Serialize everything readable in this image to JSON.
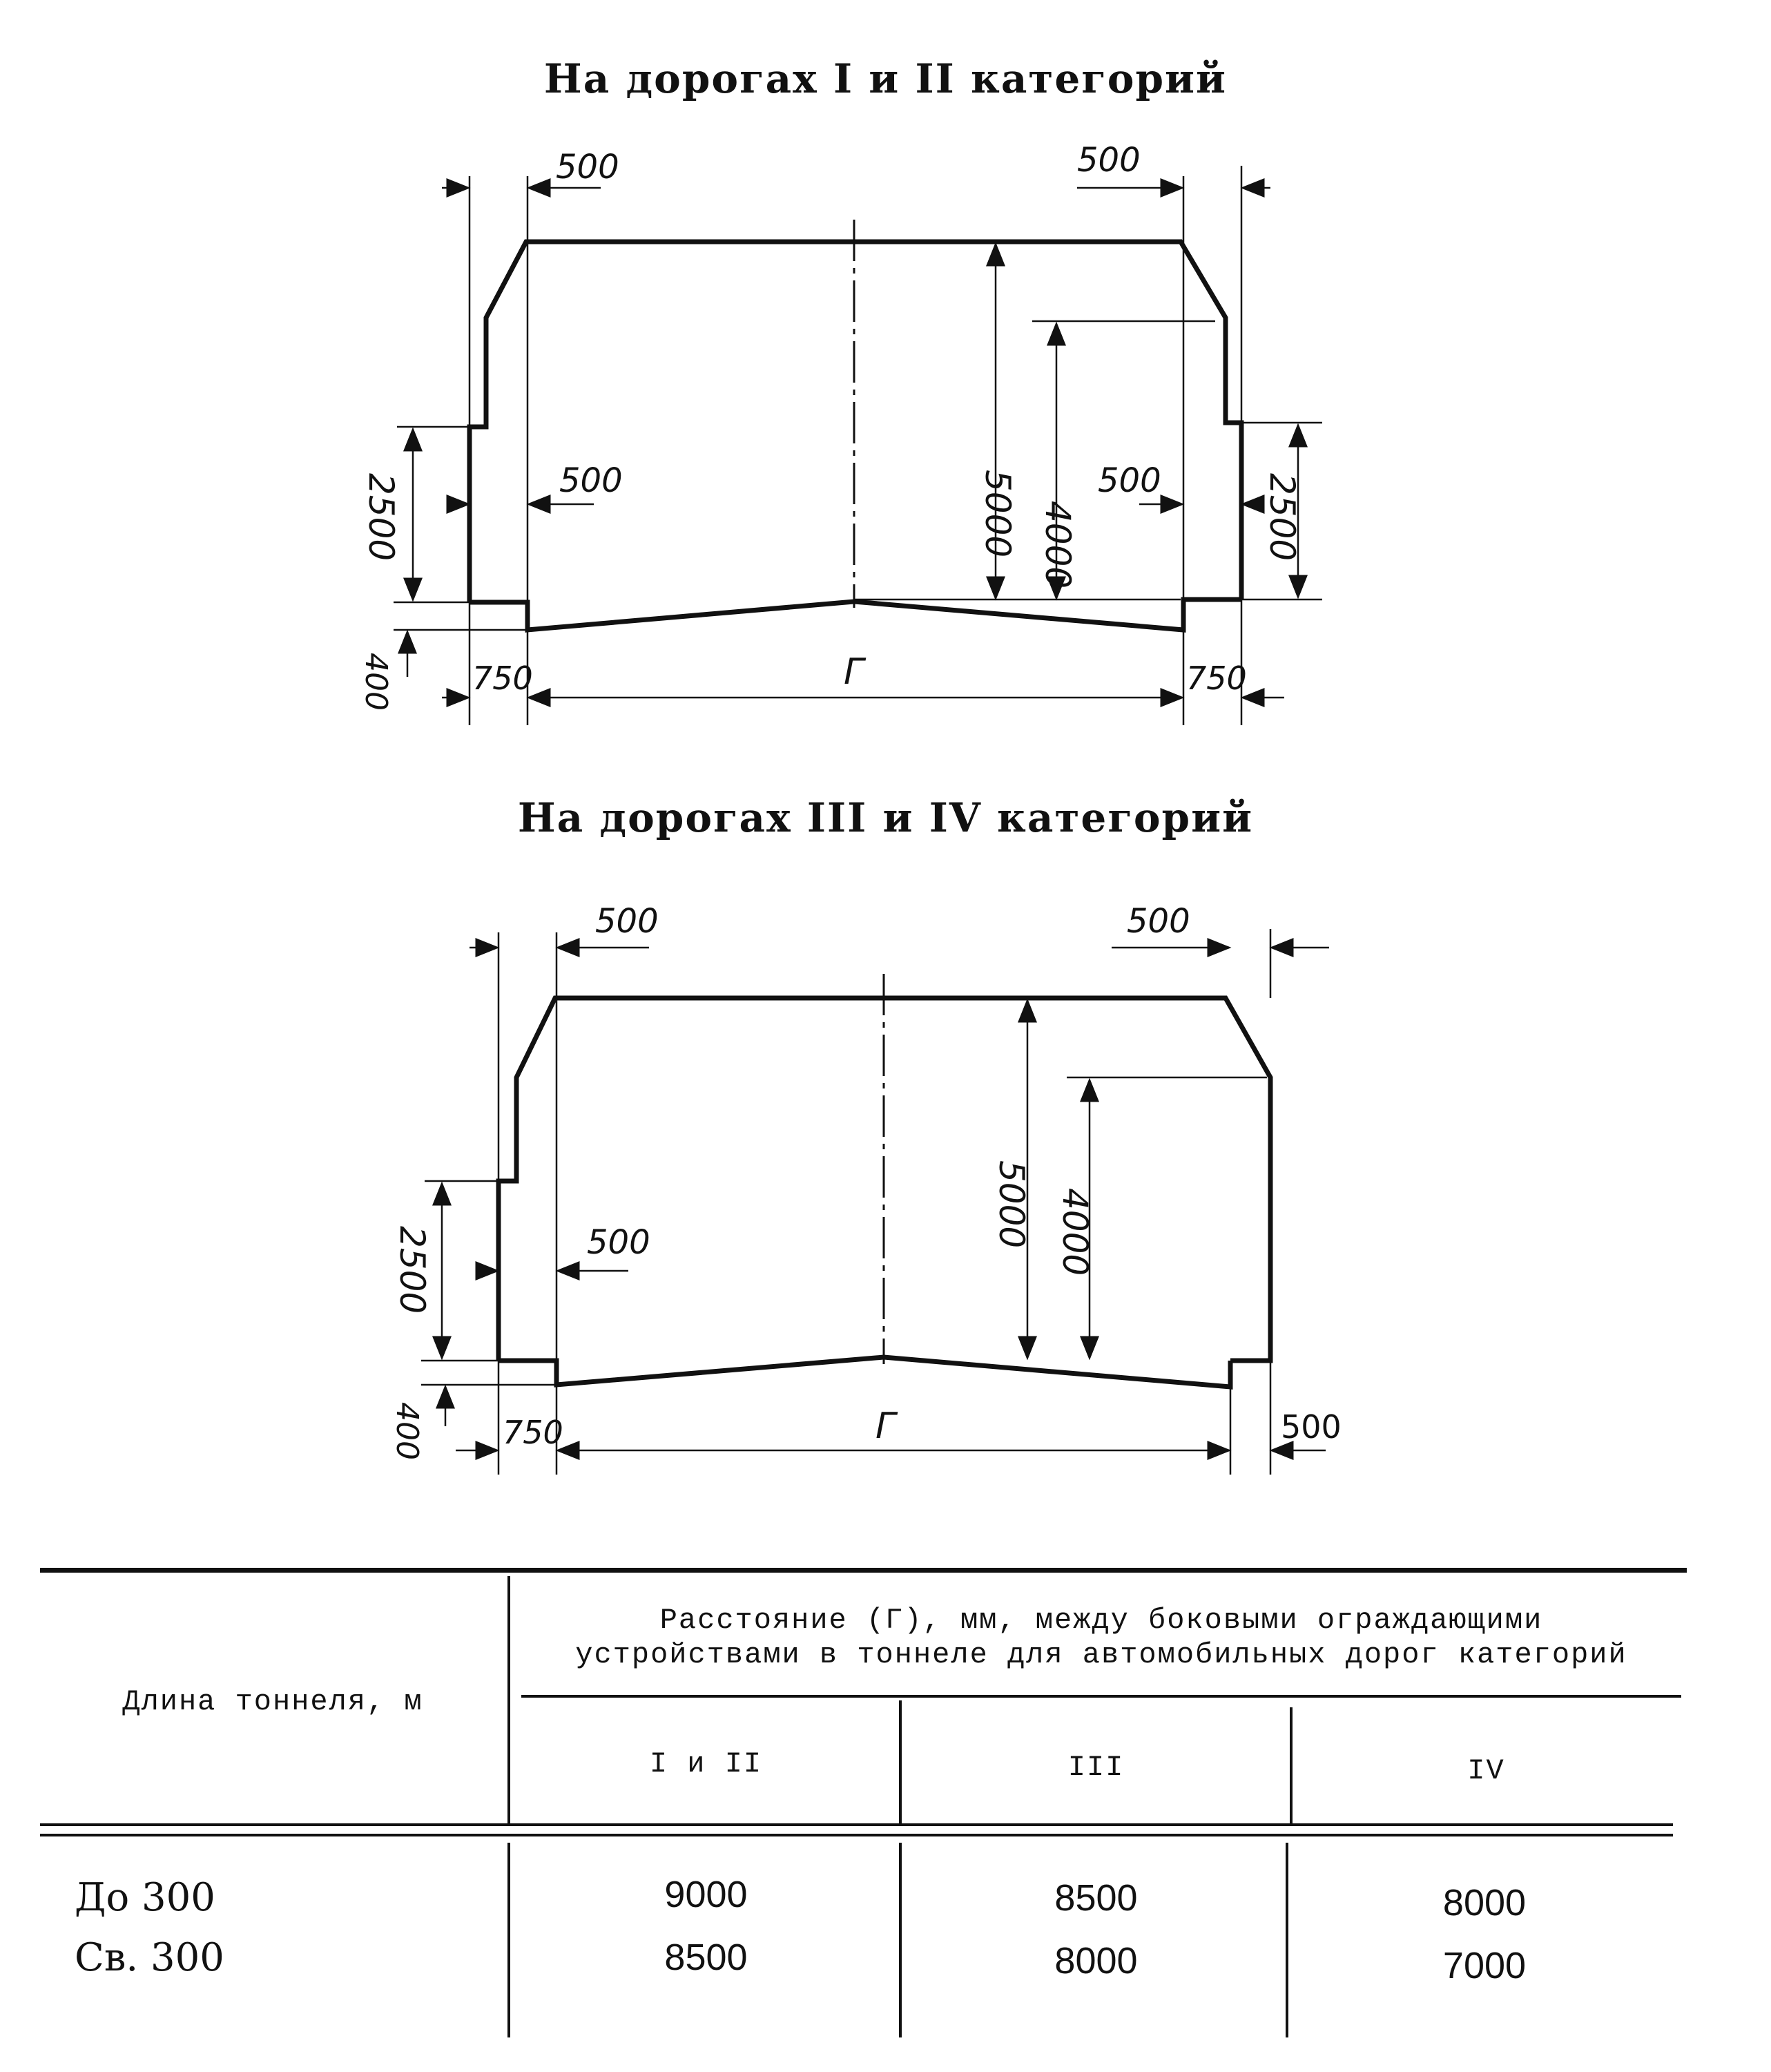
{
  "titles": {
    "top": "На дорогах I и II категорий",
    "bottom": "На дорогах III и IV категорий"
  },
  "diagram1": {
    "dims": {
      "top_left": "500",
      "top_right": "500",
      "mid_left": "500",
      "mid_right": "500",
      "h_total": "5000",
      "h_inner": "4000",
      "left_h": "2500",
      "right_h": "2500",
      "base": "400",
      "bottom_left": "750",
      "gamma": "Г",
      "bottom_right": "750"
    }
  },
  "diagram2": {
    "dims": {
      "top_left": "500",
      "top_right": "500",
      "mid_left": "500",
      "h_total": "5000",
      "h_inner": "4000",
      "left_h": "2500",
      "base": "400",
      "bottom_left": "750",
      "gamma": "Г",
      "bottom_right": "500"
    }
  },
  "table": {
    "col1_header": "Длина тоннеля, м",
    "group_header_line1": "Расстояние (Г), мм, между боковыми ограждающими",
    "group_header_line2": "устройствами в тоннеле для автомобильных дорог категорий",
    "sub_headers": [
      "I и II",
      "III",
      "IV"
    ],
    "rows": [
      {
        "label": "До 300",
        "values": [
          "9000",
          "8500",
          "8000"
        ]
      },
      {
        "label": "Св. 300",
        "values": [
          "8500",
          "8000",
          "7000"
        ]
      }
    ]
  }
}
